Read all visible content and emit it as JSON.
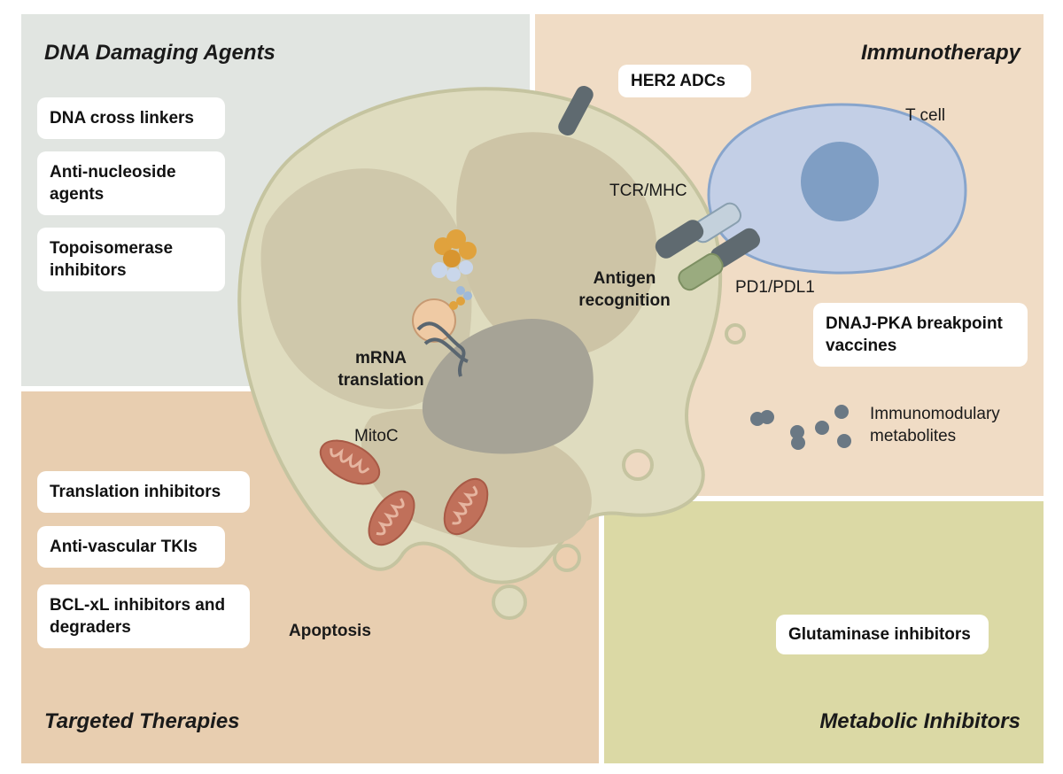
{
  "quadrants": {
    "dna_damaging": {
      "title": "DNA Damaging Agents",
      "items": [
        "DNA cross linkers",
        "Anti-nucleoside agents",
        "Topoisomerase inhibitors"
      ]
    },
    "immunotherapy": {
      "title": "Immunotherapy",
      "items": [
        "HER2 ADCs",
        "DNAJ-PKA breakpoint vaccines"
      ]
    },
    "targeted": {
      "title": "Targeted Therapies",
      "items": [
        "Translation inhibitors",
        "Anti-vascular TKIs",
        "BCL-xL inhibitors and degraders"
      ]
    },
    "metabolic": {
      "title": "Metabolic Inhibitors",
      "items": [
        "Glutaminase inhibitors"
      ]
    }
  },
  "labels": {
    "t_cell": "T cell",
    "tcr_mhc": "TCR/MHC",
    "antigen_recognition": "Antigen recognition",
    "pd1_pdl1": "PD1/PDL1",
    "immunomodulary": "Immunomodulary metabolites",
    "mrna_translation": "mRNA translation",
    "mitoc": "MitoC",
    "apoptosis": "Apoptosis"
  },
  "colors": {
    "dna_bg": "#e1e5e1",
    "immuno_bg": "#f0dcc5",
    "targeted_bg": "#e8ceb0",
    "metabolic_bg": "#dbd9a5",
    "cell_fill": "#dfdcbf",
    "nucleus": "#9f9a8e",
    "mitochondria": "#c0705a",
    "tcell_fill": "#c3cfe6",
    "tcell_nucleus": "#7f9ec4",
    "receptor_dark": "#5f6a70"
  }
}
